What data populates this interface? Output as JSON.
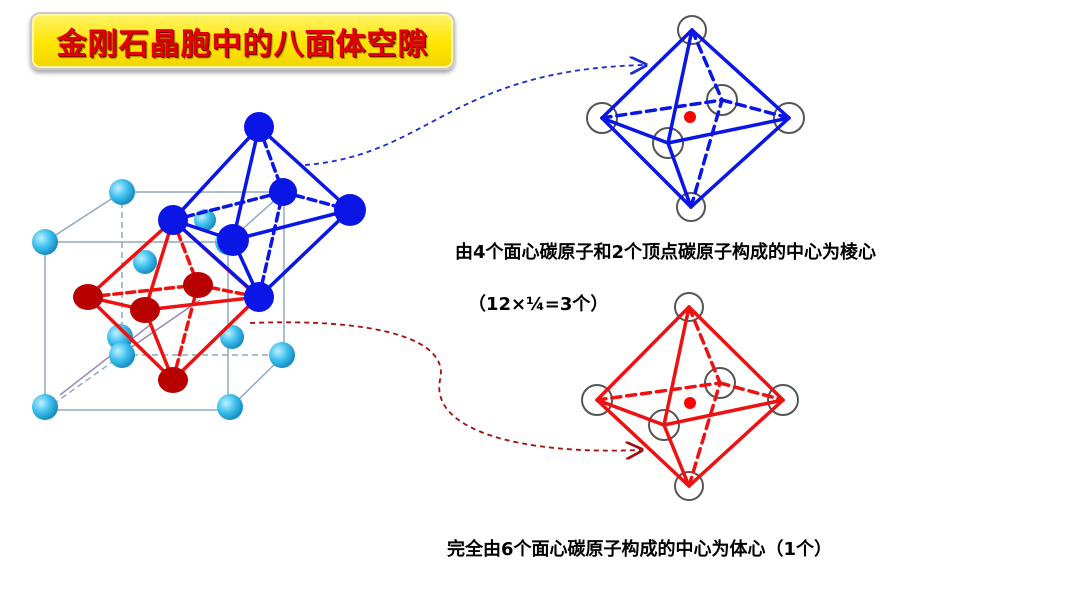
{
  "title": "金刚石晶胞中的八面体空隙",
  "captions": {
    "edge_center": "由4个面心碳原子和2个顶点碳原子构成的中心为棱心",
    "edge_count": "（12×¼=3个）",
    "body_center": "完全由6个面心碳原子构成的中心为体心（1个）"
  },
  "colors": {
    "blue_octahedron": "#0a16e6",
    "red_octahedron": "#ee1111",
    "dark_red_atom": "#b80000",
    "cyan_atom": "#2eb8e8",
    "title_text": "#e30000",
    "title_background": "#ffe500"
  }
}
